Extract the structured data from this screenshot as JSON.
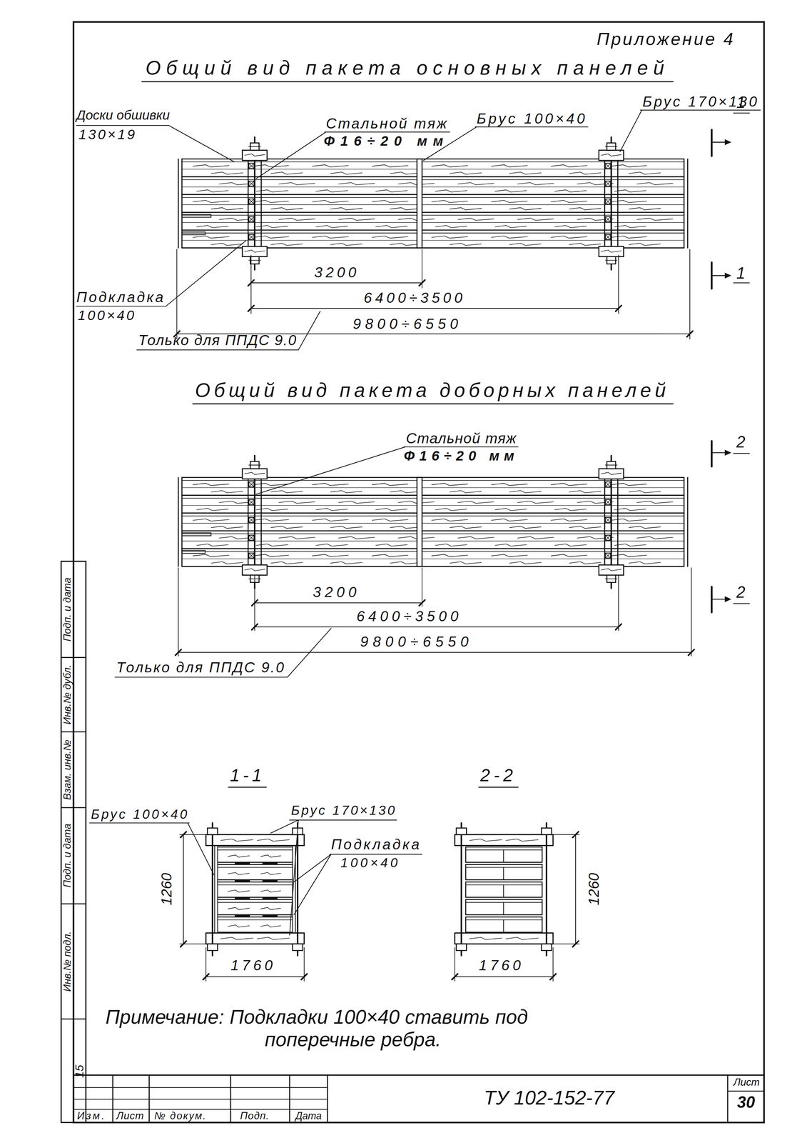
{
  "diagram": {
    "labels": [
      "Приложение 4",
      "Общий вид пакета основных панелей",
      "Доски обшивки",
      "130×19",
      "Стальной тяж",
      "Ф16÷20 мм",
      "Брус 100×40",
      "Брус 170×130",
      "1",
      "1",
      "3200",
      "6400÷3500",
      "9800÷6550",
      "Подкладка",
      "100×40",
      "Только для ППДС 9.0",
      "Общий вид пакета доборных панелей",
      "Стальной тяж",
      "Ф16÷20 мм",
      "2",
      "2",
      "3200",
      "6400÷3500",
      "9800÷6550",
      "Только для ППДС 9.0",
      "1-1",
      "2-2",
      "Брус 100×40",
      "Брус 170×130",
      "Подкладка",
      "100×40",
      "1260",
      "1760",
      "1260",
      "1760",
      "Примечание: Подкладки 100×40 ставить под поперечные ребра.",
      "ТУ 102-152-77",
      "Лист",
      "30",
      "Изм.",
      "Лист",
      "№ докум.",
      "Подп.",
      "Дата",
      "Подп. и дата",
      "Инв.№ дубл.",
      "Взам. инв.№",
      "Подп. и дата",
      "Инв.№ подл.",
      "15"
    ]
  }
}
